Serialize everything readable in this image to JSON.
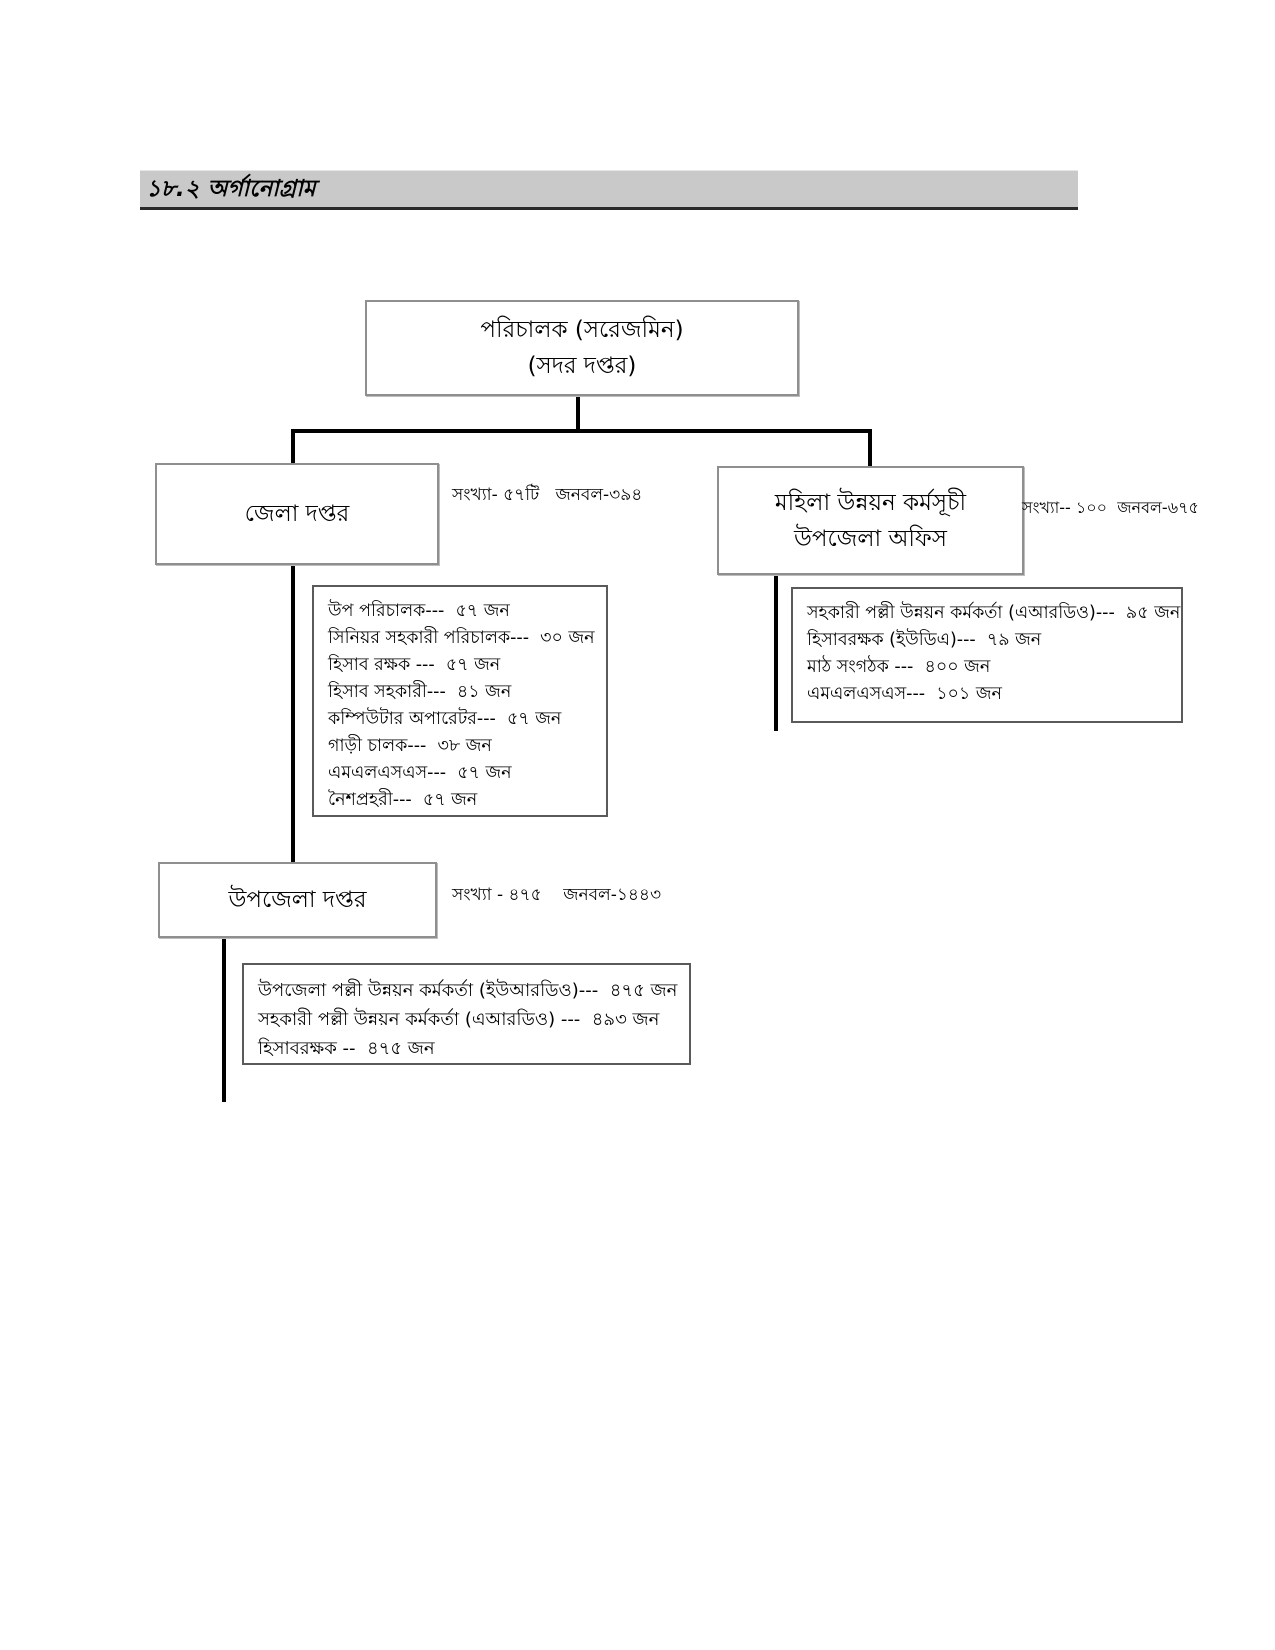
{
  "page": {
    "section_header": "১৮.২ অর্গানোগ্রাম"
  },
  "org_chart": {
    "root": {
      "line1": "পরিচালক (সরেজমিন)",
      "line2": "(সদর দপ্তর)"
    },
    "district_office": {
      "title": "জেলা দপ্তর",
      "stats": "সংখ্যা- ৫৭টি   জনবল-৩৯৪",
      "staff": [
        "উপ পরিচালক---  ৫৭ জন",
        "সিনিয়র সহকারী পরিচালক---  ৩০ জন",
        "হিসাব রক্ষক ---  ৫৭ জন",
        "হিসাব সহকারী---  ৪১ জন",
        "কম্পিউটার অপারেটর---  ৫৭ জন",
        "গাড়ী চালক---  ৩৮ জন",
        "এমএলএসএস---  ৫৭ জন",
        "নৈশপ্রহরী---  ৫৭ জন"
      ]
    },
    "women_program_office": {
      "title_line1": "মহিলা উন্নয়ন কর্মসূচী",
      "title_line2": "উপজেলা অফিস",
      "stats": "সংখ্যা-- ১০০  জনবল-৬৭৫",
      "staff": [
        "সহকারী পল্লী উন্নয়ন কর্মকর্তা (এআরডিও)---  ৯৫ জন",
        "হিসাবরক্ষক (ইউডিএ)---  ৭৯ জন",
        "মাঠ সংগঠক ---  ৪০০ জন",
        "এমএলএসএস---  ১০১ জন"
      ]
    },
    "upazila_office": {
      "title": "উপজেলা দপ্তর",
      "stats": "সংখ্যা - ৪৭৫    জনবল-১৪৪৩",
      "staff": [
        "উপজেলা পল্লী উন্নয়ন কর্মকর্তা (ইউআরডিও)---  ৪৭৫ জন",
        "সহকারী পল্লী উন্নয়ন কর্মকর্তা (এআরডিও) ---  ৪৯৩ জন",
        "হিসাবরক্ষক --  ৪৭৫ জন"
      ]
    }
  },
  "colors": {
    "header_bg": "#c9c9c9",
    "connector": "#000000",
    "box_border": "#8f8f8f"
  }
}
